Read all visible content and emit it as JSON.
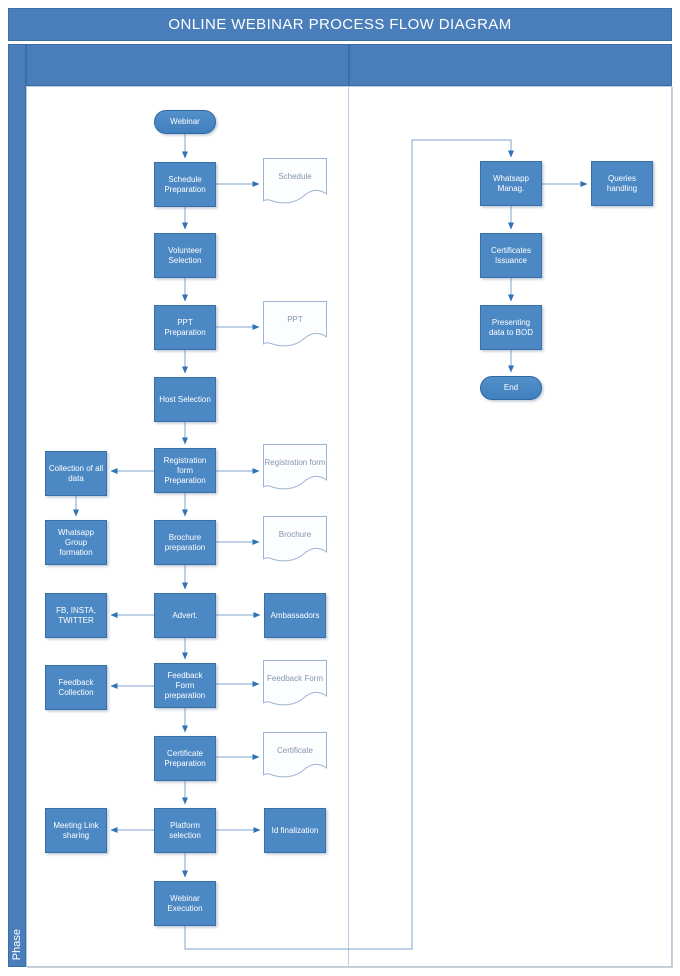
{
  "title": "ONLINE WEBINAR PROCESS FLOW DIAGRAM",
  "phase_label": "Phase",
  "colors": {
    "band_blue": "#4A7EBB",
    "process_fill": "#4B88C4",
    "process_border": "#3A6FA6",
    "document_border": "#9DB5D4",
    "document_text": "#8496AE",
    "connector_line": "#7FA3CC",
    "arrowhead": "#2E74B5",
    "text_on_blue": "#FFFFFF"
  },
  "diagram": {
    "type": "flowchart",
    "lanes": 2,
    "nodes": {
      "webinar": {
        "label": "Webinar",
        "shape": "terminator"
      },
      "schedule_preparation": {
        "label": "Schedule Preparation",
        "shape": "process"
      },
      "schedule_doc": {
        "label": "Schedule",
        "shape": "document"
      },
      "volunteer_selection": {
        "label": "Volunteer Selection",
        "shape": "process"
      },
      "ppt_preparation": {
        "label": "PPT Preparation",
        "shape": "process"
      },
      "ppt_doc": {
        "label": "PPT",
        "shape": "document"
      },
      "host_selection": {
        "label": "Host Selection",
        "shape": "process"
      },
      "registration_form_preparation": {
        "label": "Registration form Preparation",
        "shape": "process"
      },
      "collection_of_all_data": {
        "label": "Collection of all data",
        "shape": "process"
      },
      "registration_form_doc": {
        "label": "Registration form",
        "shape": "document"
      },
      "whatsapp_group_formation": {
        "label": "Whatsapp Group formation",
        "shape": "process"
      },
      "brochure_preparation": {
        "label": "Brochure preparation",
        "shape": "process"
      },
      "brochure_doc": {
        "label": "Brochure",
        "shape": "document"
      },
      "fb_insta_twitter": {
        "label": "FB, INSTA, TWITTER",
        "shape": "process"
      },
      "advert": {
        "label": "Advert.",
        "shape": "process"
      },
      "ambassadors": {
        "label": "Ambassadors",
        "shape": "process"
      },
      "feedback_collection": {
        "label": "Feedback Collection",
        "shape": "process"
      },
      "feedback_form_preparation": {
        "label": "Feedback Form preparation",
        "shape": "process"
      },
      "feedback_form_doc": {
        "label": "Feedback Form",
        "shape": "document"
      },
      "certificate_preparation": {
        "label": "Certificate Preparation",
        "shape": "process"
      },
      "certificate_doc": {
        "label": "Certificate",
        "shape": "document"
      },
      "meeting_link_sharing": {
        "label": "Meeting Link sharing",
        "shape": "process"
      },
      "platform_selection": {
        "label": "Platform selection",
        "shape": "process"
      },
      "id_finalization": {
        "label": "Id finalization",
        "shape": "process"
      },
      "webinar_execution": {
        "label": "Webinar Execution",
        "shape": "process"
      },
      "whatsapp_manag": {
        "label": "Whatsapp Manag.",
        "shape": "process"
      },
      "queries_handling": {
        "label": "Queries handling",
        "shape": "process"
      },
      "certificates_issuance": {
        "label": "Certificates Issuance",
        "shape": "process"
      },
      "presenting_data_to_bod": {
        "label": "Presenting data to BOD",
        "shape": "process"
      },
      "end": {
        "label": "End",
        "shape": "terminator"
      }
    },
    "edges": [
      {
        "from": "webinar",
        "to": "schedule_preparation"
      },
      {
        "from": "schedule_preparation",
        "to": "schedule_doc"
      },
      {
        "from": "schedule_preparation",
        "to": "volunteer_selection"
      },
      {
        "from": "volunteer_selection",
        "to": "ppt_preparation"
      },
      {
        "from": "ppt_preparation",
        "to": "ppt_doc"
      },
      {
        "from": "ppt_preparation",
        "to": "host_selection"
      },
      {
        "from": "host_selection",
        "to": "registration_form_preparation"
      },
      {
        "from": "registration_form_preparation",
        "to": "collection_of_all_data"
      },
      {
        "from": "registration_form_preparation",
        "to": "registration_form_doc"
      },
      {
        "from": "registration_form_preparation",
        "to": "brochure_preparation"
      },
      {
        "from": "collection_of_all_data",
        "to": "whatsapp_group_formation"
      },
      {
        "from": "brochure_preparation",
        "to": "brochure_doc"
      },
      {
        "from": "brochure_preparation",
        "to": "advert"
      },
      {
        "from": "advert",
        "to": "fb_insta_twitter"
      },
      {
        "from": "advert",
        "to": "ambassadors"
      },
      {
        "from": "advert",
        "to": "feedback_form_preparation"
      },
      {
        "from": "feedback_form_preparation",
        "to": "feedback_collection"
      },
      {
        "from": "feedback_form_preparation",
        "to": "feedback_form_doc"
      },
      {
        "from": "feedback_form_preparation",
        "to": "certificate_preparation"
      },
      {
        "from": "certificate_preparation",
        "to": "certificate_doc"
      },
      {
        "from": "certificate_preparation",
        "to": "platform_selection"
      },
      {
        "from": "platform_selection",
        "to": "meeting_link_sharing"
      },
      {
        "from": "platform_selection",
        "to": "id_finalization"
      },
      {
        "from": "platform_selection",
        "to": "webinar_execution"
      },
      {
        "from": "webinar_execution",
        "to": "whatsapp_manag"
      },
      {
        "from": "whatsapp_manag",
        "to": "queries_handling"
      },
      {
        "from": "whatsapp_manag",
        "to": "certificates_issuance"
      },
      {
        "from": "certificates_issuance",
        "to": "presenting_data_to_bod"
      },
      {
        "from": "presenting_data_to_bod",
        "to": "end"
      }
    ]
  }
}
